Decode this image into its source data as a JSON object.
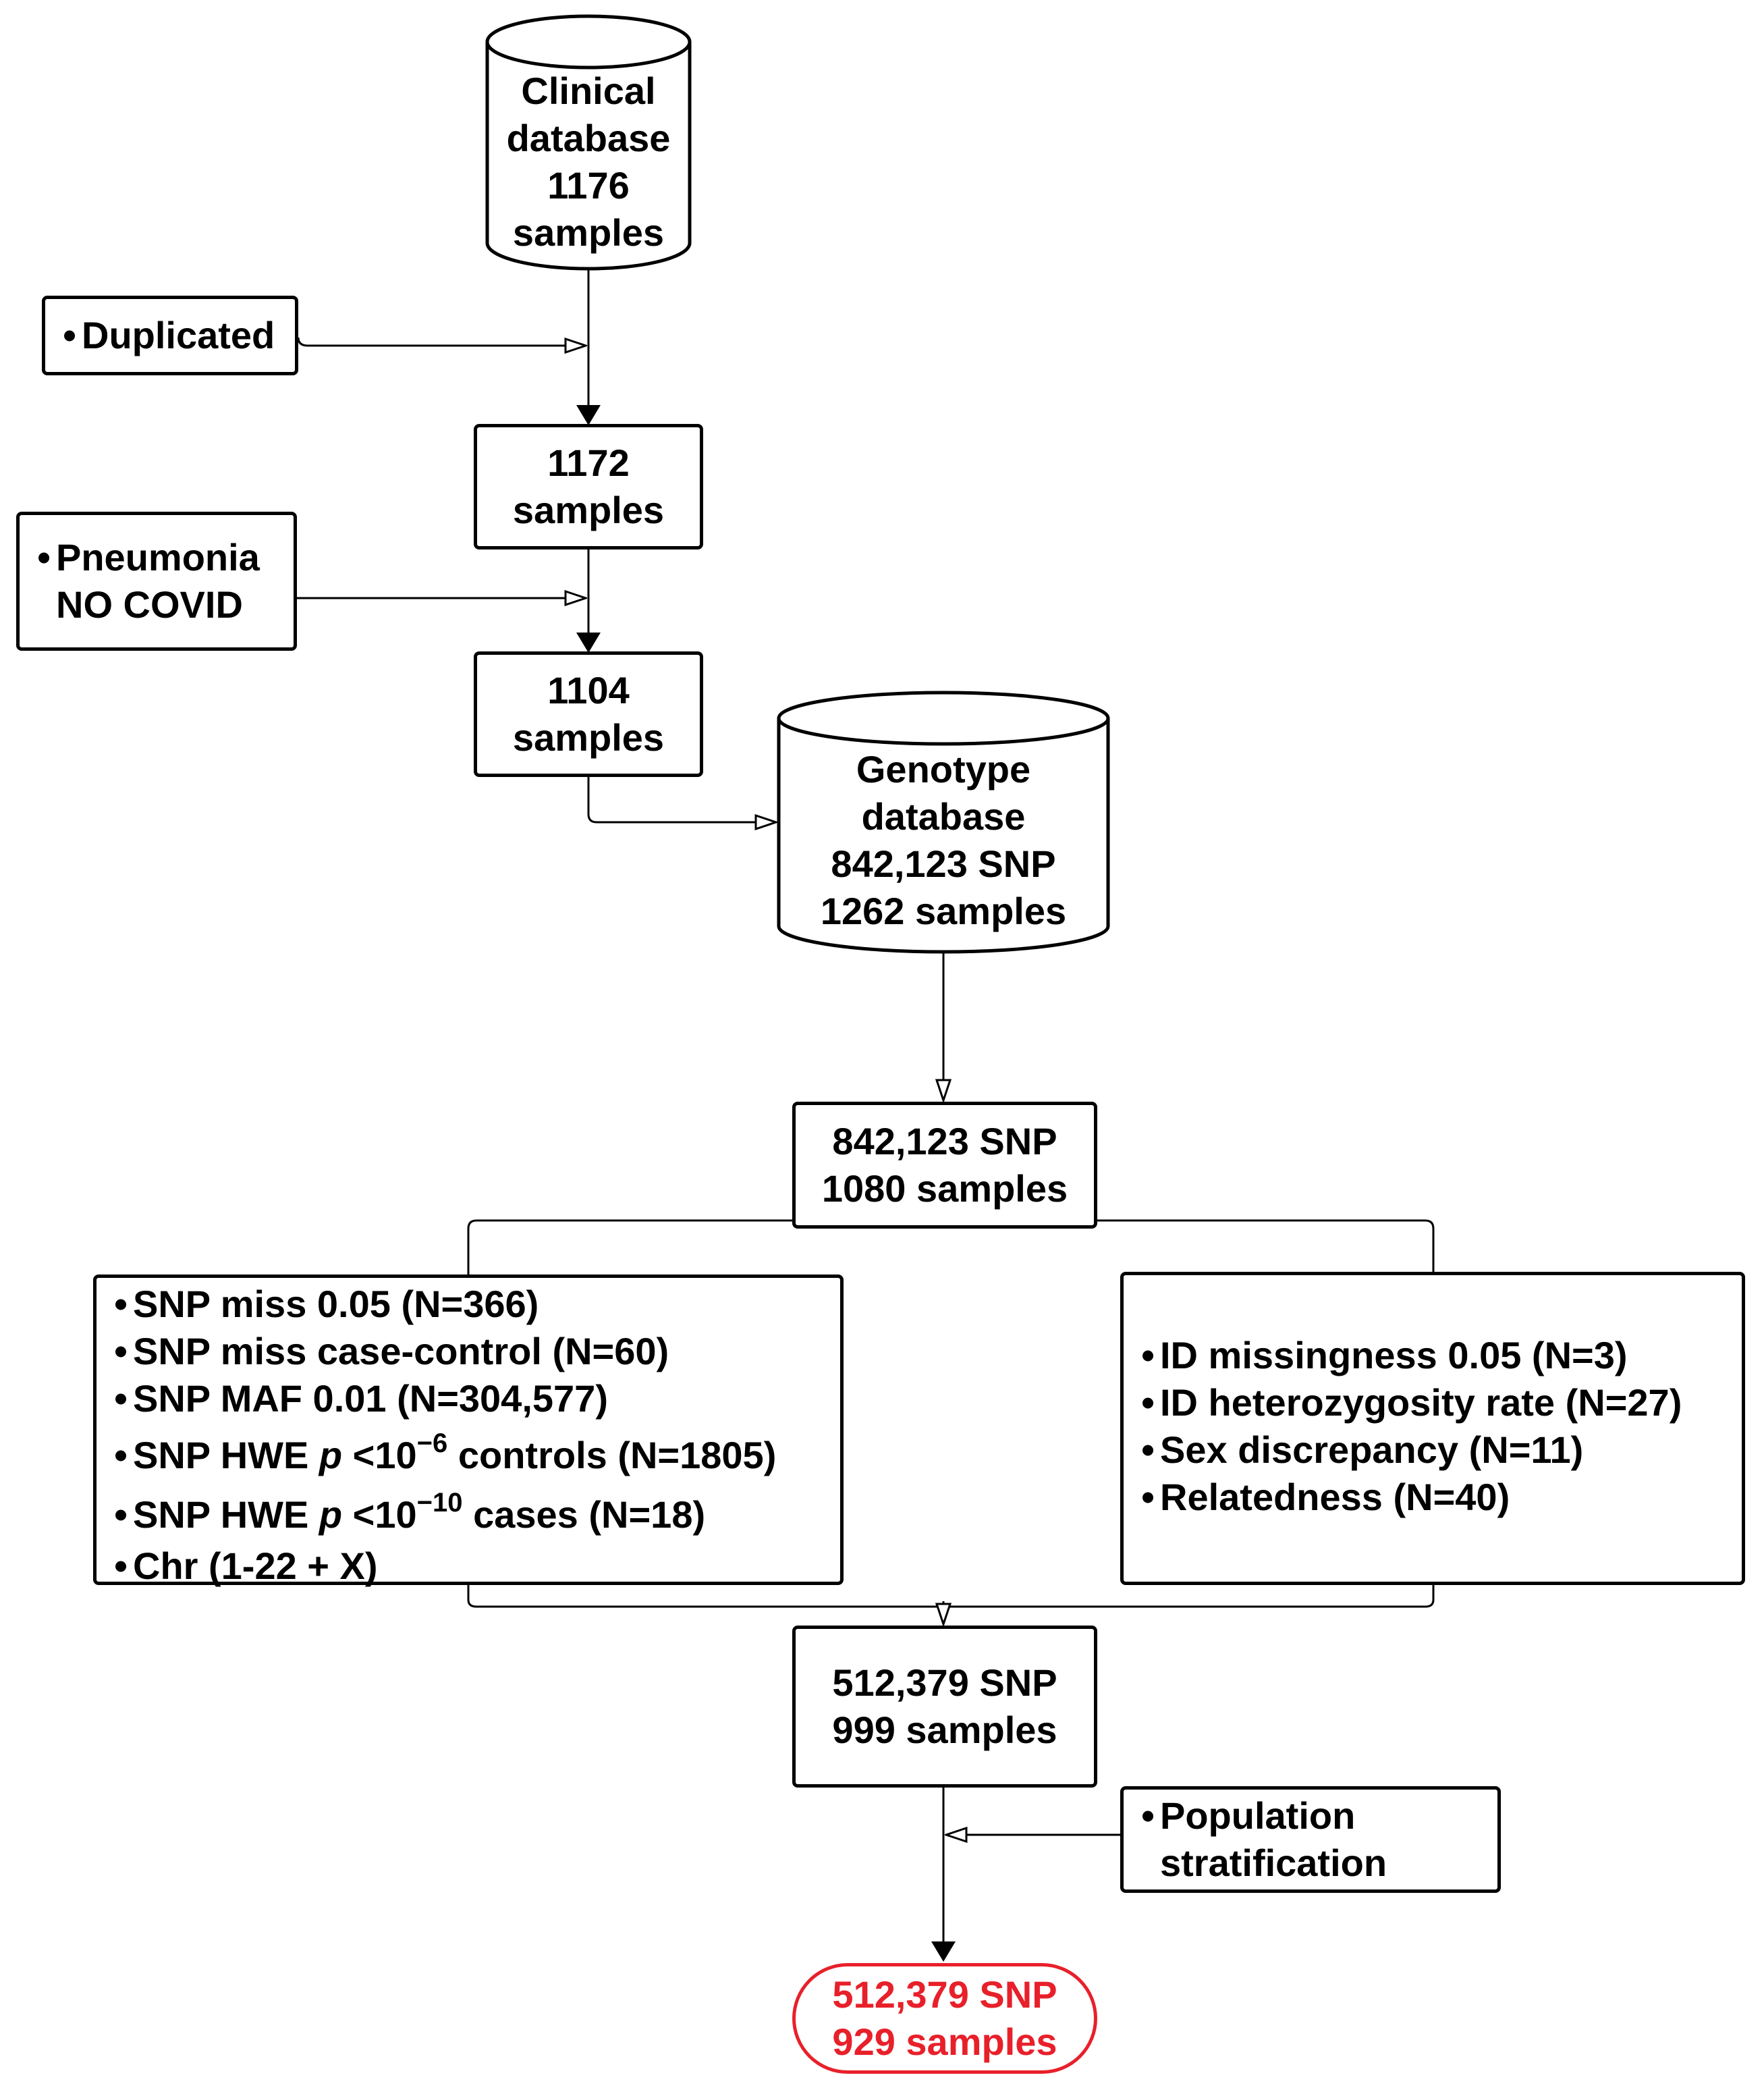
{
  "colors": {
    "stroke": "#000000",
    "final_accent": "#e8202a"
  },
  "nodes": {
    "clinical_db": {
      "lines": [
        "Clinical",
        "database",
        "1176",
        "samples"
      ]
    },
    "exclude_duplicated": {
      "text": "Duplicated"
    },
    "s1172": {
      "lines": [
        "1172",
        "samples"
      ]
    },
    "exclude_pneumonia": {
      "lines": [
        "Pneumonia",
        "NO COVID"
      ]
    },
    "s1104": {
      "lines": [
        "1104",
        "samples"
      ]
    },
    "genotype_db": {
      "lines": [
        "Genotype",
        "database",
        "842,123 SNP",
        "1262 samples"
      ]
    },
    "merged": {
      "lines": [
        "842,123 SNP",
        "1080 samples"
      ]
    },
    "snp_qc": {
      "items": [
        "SNP miss 0.05 (N=366)",
        "SNP miss case-control (N=60)",
        "SNP MAF 0.01 (N=304,577)"
      ],
      "hwe_controls": {
        "prefix": "SNP HWE ",
        "p": "p",
        "lt": " <10",
        "exp": "−6",
        "suffix": " controls (N=1805)"
      },
      "hwe_cases": {
        "prefix": "SNP HWE ",
        "p": "p",
        "lt": " <10",
        "exp": "−10",
        "suffix": " cases (N=18)"
      },
      "chr": "Chr (1-22 + X)"
    },
    "sample_qc": {
      "items": [
        "ID missingness 0.05 (N=3)",
        "ID heterozygosity rate (N=27)",
        "Sex discrepancy (N=11)",
        "Relatedness (N=40)"
      ]
    },
    "after_qc": {
      "lines": [
        "512,379 SNP",
        "999 samples"
      ]
    },
    "exclude_popstrat": {
      "lines": [
        "Population",
        "stratification"
      ]
    },
    "final": {
      "lines": [
        "512,379 SNP",
        "929 samples"
      ]
    }
  }
}
